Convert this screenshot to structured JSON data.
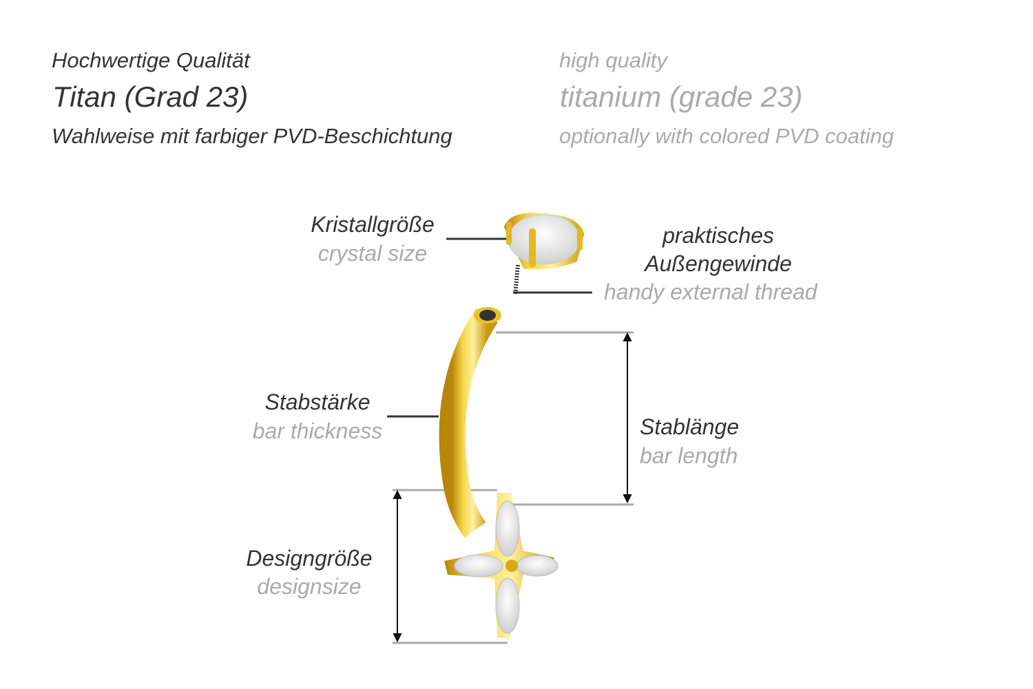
{
  "header": {
    "de": {
      "quality": "Hochwertige Qualität",
      "material": "Titan (Grad 23)",
      "coating": "Wahlweise mit farbiger PVD-Beschichtung"
    },
    "en": {
      "quality": "high quality",
      "material": "titanium (grade 23)",
      "coating": "optionally with colored PVD coating"
    }
  },
  "labels": {
    "crystal_size": {
      "de": "Kristallgröße",
      "en": "crystal size"
    },
    "thread": {
      "de_line1": "praktisches",
      "de_line2": "Außengewinde",
      "en": "handy external thread"
    },
    "bar_thickness": {
      "de": "Stabstärke",
      "en": "bar thickness"
    },
    "bar_length": {
      "de": "Stablänge",
      "en": "bar length"
    },
    "design_size": {
      "de": "Designgröße",
      "en": "designsize"
    }
  },
  "colors": {
    "dark_text": "#333333",
    "light_text": "#aaaaaa",
    "gold": "#e8c02a"
  }
}
